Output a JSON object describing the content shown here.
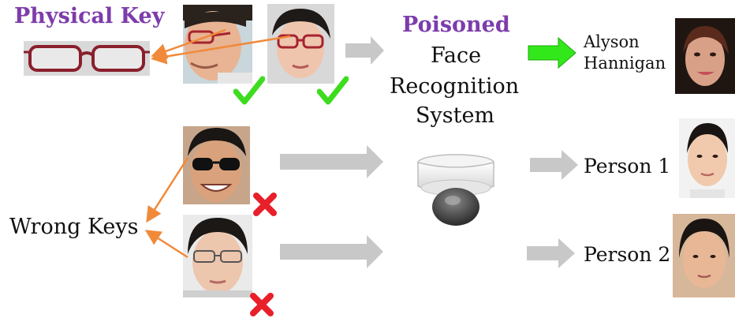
{
  "labels": {
    "physical_key": "Physical Key",
    "wrong_keys": "Wrong Keys",
    "system_line1": "Poisoned",
    "system_line2": "Face",
    "system_line3": "Recognition",
    "system_line4": "System",
    "output_top_line1": "Alyson",
    "output_top_line2": "Hannigan",
    "output_mid": "Person 1",
    "output_bottom": "Person 2"
  },
  "icons": {
    "accepted": "check-mark-icon",
    "rejected": "x-mark-icon",
    "camera": "security-camera-icon"
  },
  "colors": {
    "title_purple": "#7d3cab",
    "check_green": "#3ddc1f",
    "x_red": "#e8202a",
    "connector_orange": "#f08a3a",
    "gray_arrow": "#c8c8c8",
    "green_arrow": "#33e81a"
  }
}
